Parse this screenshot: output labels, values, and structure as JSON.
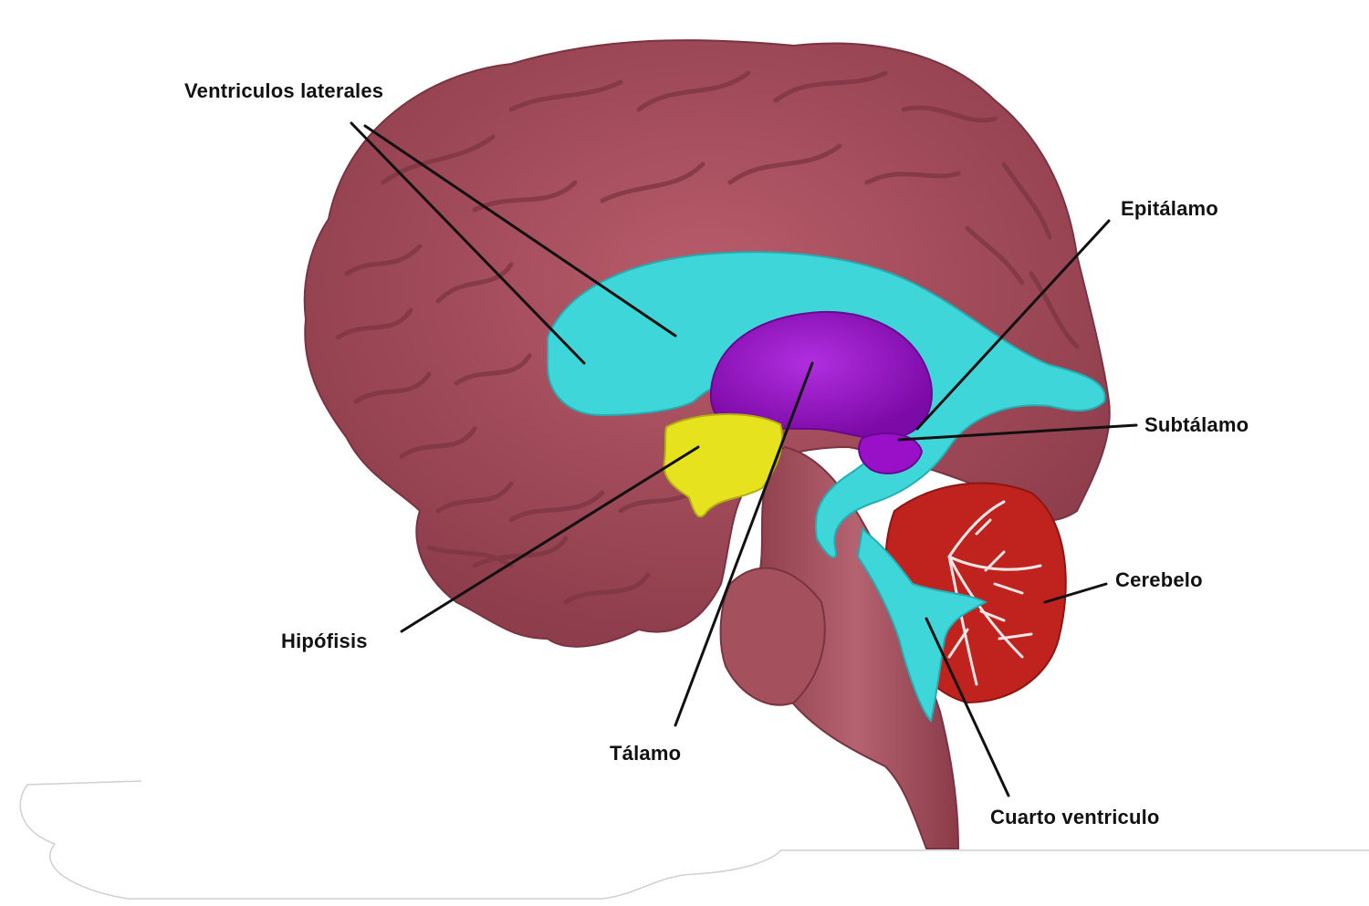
{
  "labels": {
    "ventriculos_laterales": "Ventriculos laterales",
    "epitalamo": "Epitálamo",
    "subtalamo": "Subtálamo",
    "cerebelo": "Cerebelo",
    "hipofisis": "Hipófisis",
    "talamo": "Tálamo",
    "cuarto_ventriculo": "Cuarto ventriculo"
  },
  "colors": {
    "cerebrum": "#a8505f",
    "ventricles": "#3fd6da",
    "thalamus": "#9a10c8",
    "pituitary": "#e6e21e",
    "cerebellum": "#c0221e",
    "brainstem": "#a04d58",
    "leader_lines": "#111111"
  }
}
